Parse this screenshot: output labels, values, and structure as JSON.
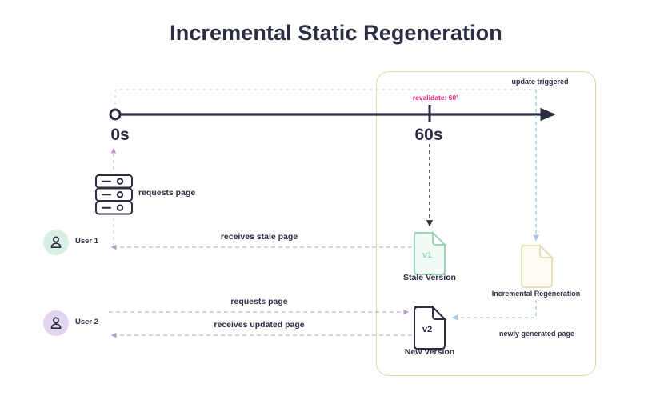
{
  "page": {
    "title": "Incremental Static Regeneration",
    "background": "#ffffff"
  },
  "colors": {
    "ink": "#2b2d42",
    "accent_pink": "#e6207e",
    "box_border": "#e8d6a6",
    "purple_arrow": "#b89ac8",
    "blue_arrow": "#aac8e4",
    "green_file": "#9ed3bc",
    "yellow_file": "#eadfb8",
    "user1_avatar_bg": "#d8f0e3",
    "user2_avatar_bg": "#e2d5ef"
  },
  "timeline": {
    "start_label": "0s",
    "mid_label": "60s",
    "revalidate_label": "revalidate: 60'",
    "update_triggered_label": "update triggered"
  },
  "server": {
    "icon": "server-icon",
    "label": "requests page"
  },
  "users": [
    {
      "id": "user-1",
      "name": "User 1",
      "avatar_icon": "user-avatar-icon"
    },
    {
      "id": "user-2",
      "name": "User 2",
      "avatar_icon": "user-avatar-icon"
    }
  ],
  "flows": {
    "receives_stale": "receives stale page",
    "requests_page": "requests page",
    "receives_updated": "receives updated page",
    "newly_generated": "newly generated page"
  },
  "files": [
    {
      "id": "stale-version",
      "version": "v1",
      "caption": "Stale Version",
      "style": "green"
    },
    {
      "id": "incremental-regeneration",
      "version": "",
      "caption": "Incremental Regeneration",
      "style": "yellow"
    },
    {
      "id": "new-version",
      "version": "v2",
      "caption": "New Version",
      "style": "dark"
    }
  ]
}
